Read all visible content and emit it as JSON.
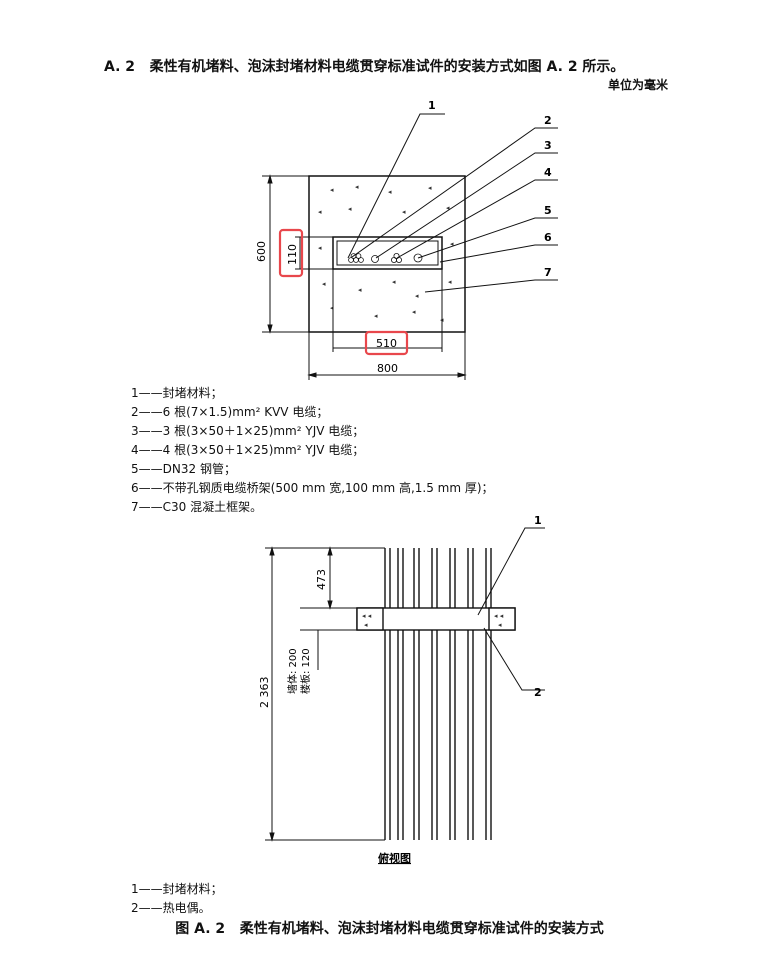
{
  "heading": {
    "number": "A. 2",
    "text": "柔性有机堵料、泡沫封堵材料电缆贯穿标准试件的安装方式如图 A. 2 所示。"
  },
  "unit_note": "单位为毫米",
  "figure1": {
    "callouts": [
      "1",
      "2",
      "3",
      "4",
      "5",
      "6",
      "7"
    ],
    "dimensions": {
      "height": "600",
      "tray_height": "110",
      "tray_width": "510",
      "width": "800"
    }
  },
  "legend1": [
    {
      "num": "1",
      "text": "——封堵材料；"
    },
    {
      "num": "2",
      "text": "——6 根(7×1.5)mm² KVV 电缆；"
    },
    {
      "num": "3",
      "text": "——3 根(3×50＋1×25)mm² YJV 电缆；"
    },
    {
      "num": "4",
      "text": "——4 根(3×50＋1×25)mm² YJV 电缆；"
    },
    {
      "num": "5",
      "text": "——DN32 钢管；"
    },
    {
      "num": "6",
      "text": "——不带孔钢质电缆桥架(500 mm 宽,100 mm 高,1.5 mm 厚)；"
    },
    {
      "num": "7",
      "text": "——C30 混凝土框架。"
    }
  ],
  "figure2": {
    "callouts": [
      "1",
      "2"
    ],
    "dimensions": {
      "top": "473",
      "wall": "墙体: 200",
      "floor": "楼板: 120",
      "total": "2 363"
    },
    "view_label": "俯视图"
  },
  "legend2": [
    {
      "num": "1",
      "text": "——封堵材料；"
    },
    {
      "num": "2",
      "text": "——热电偶。"
    }
  ],
  "caption": {
    "label": "图 A. 2",
    "text": "柔性有机堵料、泡沫封堵材料电缆贯穿标准试件的安装方式"
  },
  "highlight_color": "#e8474c"
}
